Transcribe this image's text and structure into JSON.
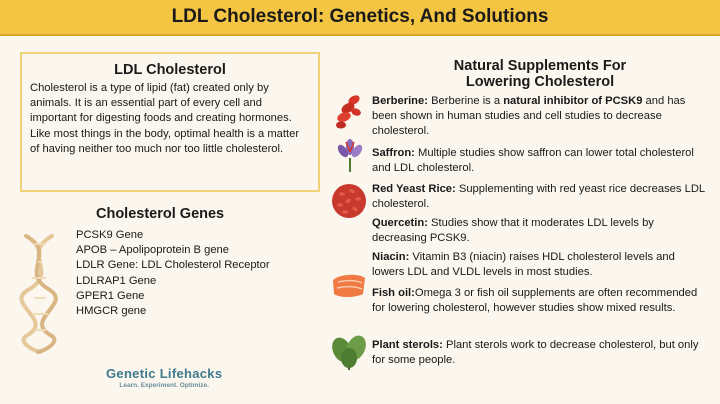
{
  "title": "LDL Cholesterol: Genetics, And Solutions",
  "ldl": {
    "heading": "LDL Cholesterol",
    "text": "Cholesterol is a type of lipid (fat) created only by animals. It is an essential part of every cell and important for digesting foods and creating hormones. Like most things in the body, optimal health is a matter of having neither too much nor too little cholesterol."
  },
  "genes": {
    "heading": "Cholesterol Genes",
    "items": [
      "PCSK9 Gene",
      "APOB – Apolipoprotein B gene",
      "LDLR Gene: LDL Cholesterol Receptor",
      "LDLRAP1 Gene",
      "GPER1 Gene",
      "HMGCR gene"
    ]
  },
  "brand": {
    "name": "Genetic Lifehacks",
    "tagline": "Learn. Experiment. Optimize."
  },
  "supplements": {
    "heading_line1": "Natural Supplements For",
    "heading_line2": "Lowering Cholesterol",
    "berberine": {
      "name": "Berberine:",
      "text1": " Berberine is a ",
      "bold": "natural inhibitor of PCSK9",
      "text2": " and has been shown in human studies and cell studies to decrease cholesterol."
    },
    "saffron": {
      "name": "Saffron:",
      "text": " Multiple studies show saffron can lower total cholesterol and LDL cholesterol."
    },
    "red_yeast_rice": {
      "name": "Red Yeast Rice:",
      "text": " Supplementing with red yeast rice decreases LDL cholesterol."
    },
    "quercetin": {
      "name": "Quercetin:",
      "text": " Studies show that it moderates LDL levels by decreasing PCSK9."
    },
    "niacin": {
      "name": "Niacin:",
      "text": " Vitamin B3 (niacin) raises HDL cholesterol levels and lowers LDL and VLDL levels in most studies."
    },
    "fish_oil": {
      "name": "Fish oil:",
      "text": "Omega 3 or fish oil supplements are often recommended for lowering cholesterol, however studies show mixed results."
    },
    "plant_sterols": {
      "name": "Plant sterols:",
      "text": " Plant sterols work to decrease cholesterol, but only for some people."
    }
  },
  "colors": {
    "title_bar": "#f4c542",
    "background": "#fbf6ee",
    "box_border": "#f0d27a",
    "brand": "#3d7a8c"
  }
}
